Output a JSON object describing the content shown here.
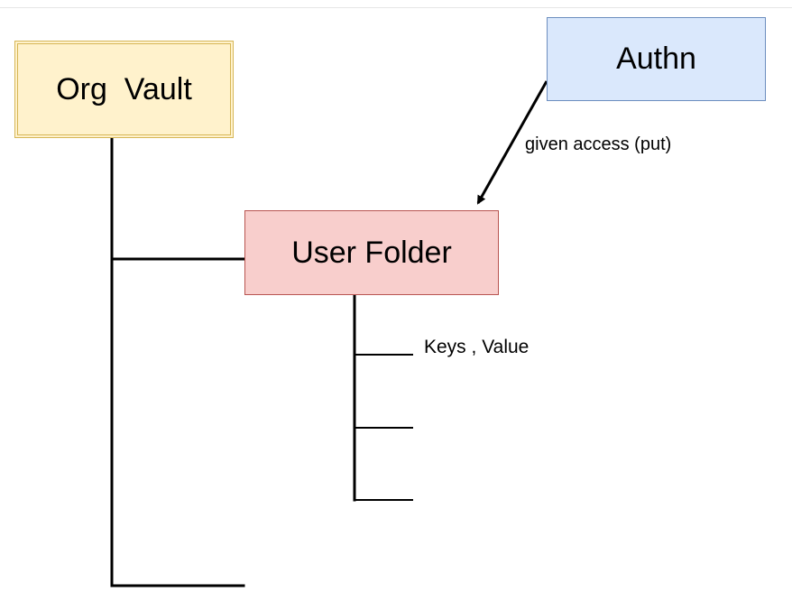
{
  "diagram": {
    "nodes": {
      "org_vault": {
        "label": "Org  Vault",
        "fill": "#fff2cc",
        "stroke": "#d6b656"
      },
      "authn": {
        "label": "Authn",
        "fill": "#dae8fc",
        "stroke": "#6c8ebf"
      },
      "user_folder": {
        "label": "User Folder",
        "fill": "#f8cecc",
        "stroke": "#b85450"
      }
    },
    "edges": {
      "authn_to_user_folder": {
        "label": "given access (put)",
        "from": "authn",
        "to": "user_folder"
      },
      "user_folder_first_branch": {
        "label": "Keys , Value"
      }
    },
    "line_color": "#000000"
  }
}
